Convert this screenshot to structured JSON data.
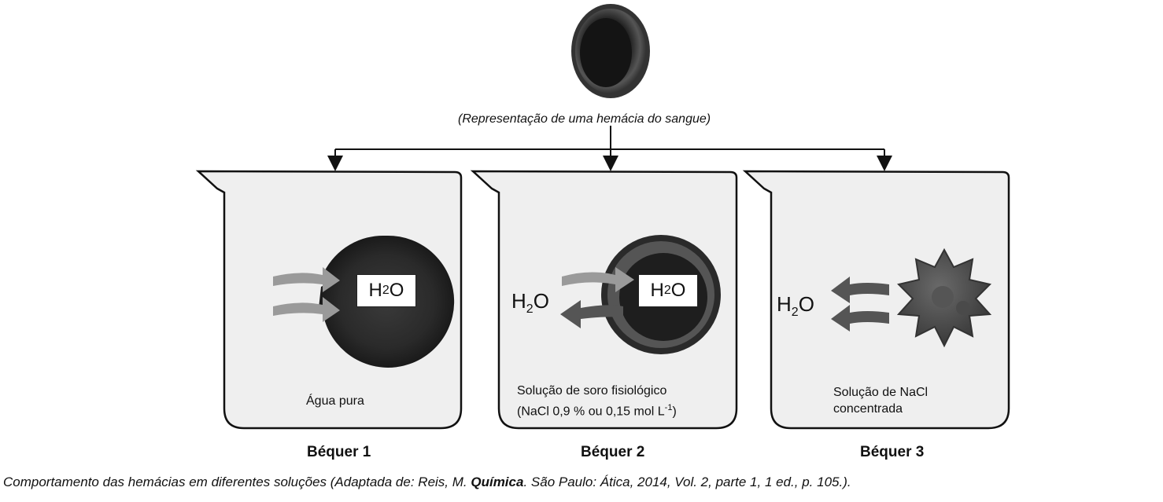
{
  "top_label": "(Representação de uma hemácia do sangue)",
  "h2o": {
    "main": "H",
    "sub": "2",
    "tail": "O"
  },
  "beakers": [
    {
      "title": "Béquer 1",
      "solution_lines": [
        "Água pura"
      ]
    },
    {
      "title": "Béquer 2",
      "solution_lines": [
        "Solução de soro fisiológico",
        "(NaCl 0,9 % ou 0,15 mol L",
        "-1",
        ")"
      ]
    },
    {
      "title": "Béquer 3",
      "solution_lines": [
        "Solução de NaCl",
        "concentrada"
      ]
    }
  ],
  "caption": {
    "prefix": "Comportamento das hemácias em diferentes soluções (Adaptada de: Reis, M. ",
    "bold": "Química",
    "suffix": ". São Paulo: Ática, 2014, Vol. 2, parte 1, 1 ed., p. 105.)."
  },
  "colors": {
    "cell_dark": "#2a2a2a",
    "cell_mid": "#555555",
    "beaker_fill": "#efefef",
    "arrow_light": "#9a9a9a",
    "arrow_dark": "#555555"
  }
}
